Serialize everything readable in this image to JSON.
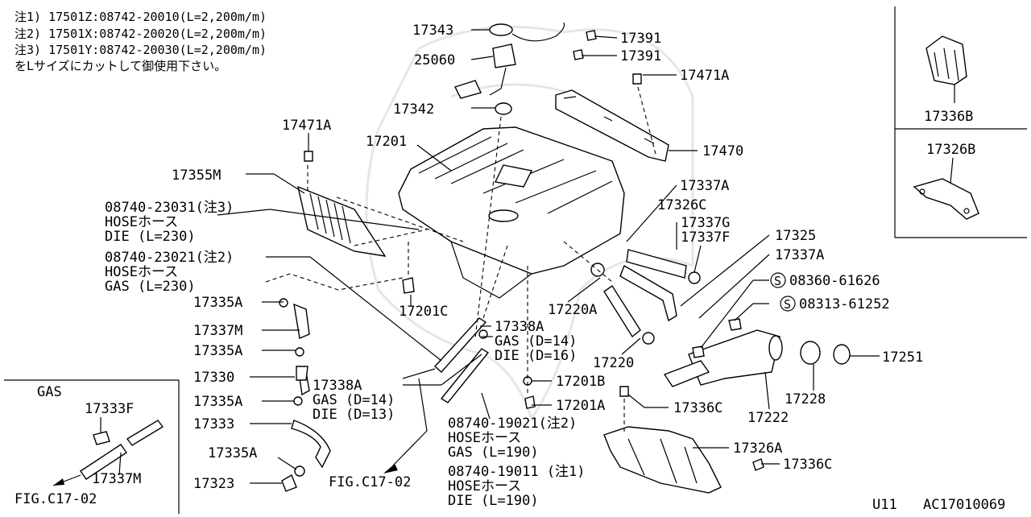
{
  "notes": [
    "注1) 17501Z:08742-20010(L=2,200m/m)",
    "注2) 17501X:08742-20020(L=2,200m/m)",
    "注3) 17501Y:08742-20030(L=2,200m/m)",
    "をLサイズにカットして御使用下さい。"
  ],
  "labels": {
    "p17343": "17343",
    "p25060": "25060",
    "p17342": "17342",
    "p17391a": "17391",
    "p17391b": "17391",
    "p17471A_top": "17471A",
    "p17471A_left": "17471A",
    "p17201": "17201",
    "p17470": "17470",
    "p17355M": "17355M",
    "p17337A_1": "17337A",
    "p17326C": "17326C",
    "p17337G": "17337G",
    "p17337F": "17337F",
    "p17325": "17325",
    "p17337A_2": "17337A",
    "p17201C": "17201C",
    "p17220A": "17220A",
    "p17220": "17220",
    "p17335A_1": "17335A",
    "p17337M_1": "17337M",
    "p17335A_2": "17335A",
    "p17330": "17330",
    "p17335A_3": "17335A",
    "p17333": "17333",
    "p17335A_4": "17335A",
    "p17323": "17323",
    "p17338A_1": "17338A",
    "p17338A_2": "17338A",
    "p17201B": "17201B",
    "p17201A": "17201A",
    "p17336C_1": "17336C",
    "p17326A": "17326A",
    "p17336C_2": "17336C",
    "p17228": "17228",
    "p17222": "17222",
    "p17251": "17251",
    "s08360": "08360-61626",
    "s08313": "08313-61252",
    "s_circle": "S",
    "p17336B": "17336B",
    "p17326B": "17326B",
    "gas_title": "GAS",
    "p17333F": "17333F",
    "p17337M_2": "17337M",
    "fig_left": "FIG.C17-02",
    "fig_mid": "FIG.C17-02",
    "footer_model": "U11",
    "footer_code": "AC17010069"
  },
  "hose_specs": {
    "h1": [
      "08740-23031(注3)",
      "HOSEホース",
      "DIE (L=230)"
    ],
    "h2": [
      "08740-23021(注2)",
      "HOSEホース",
      "GAS (L=230)"
    ],
    "h3": [
      "GAS (D=14)",
      "DIE (D=16)"
    ],
    "h4": [
      "GAS (D=14)",
      "DIE (D=13)"
    ],
    "h5": [
      "08740-19021(注2)",
      "HOSEホース",
      "GAS (L=190)"
    ],
    "h6": [
      "08740-19011 (注1)",
      "HOSEホース",
      "DIE (L=190)"
    ]
  }
}
